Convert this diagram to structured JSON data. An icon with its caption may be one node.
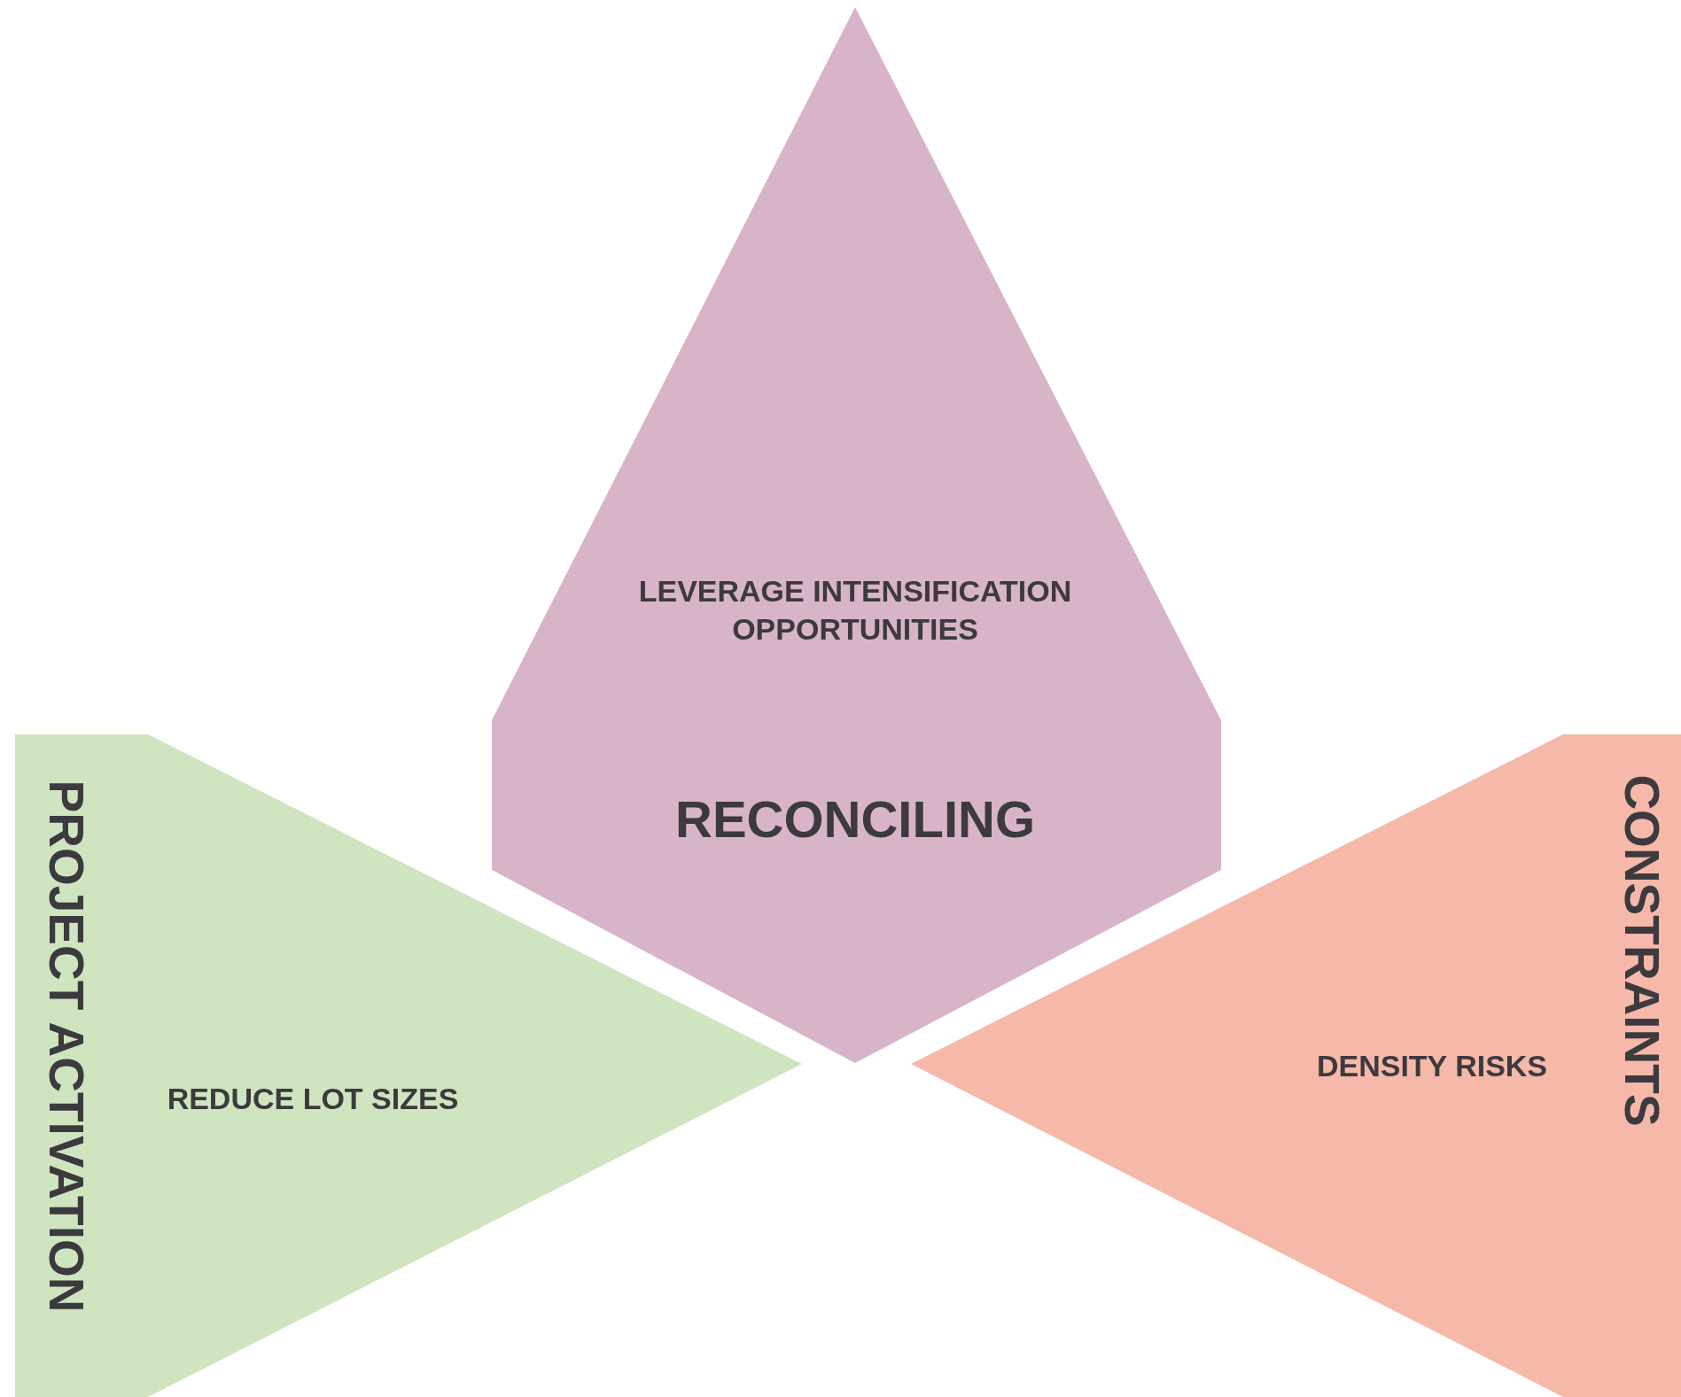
{
  "diagram": {
    "nodes": [
      {
        "text": [
          "LEVERAGE INTENSIFICATION OPPORTUNITIES",
          "RECONCILING"
        ]
      },
      {
        "text": [
          "PROJECT ACTIVATION",
          "REDUCE LOT SIZES"
        ]
      },
      {
        "text": [
          "CONSTRAINTS",
          "DENSITY RISKS"
        ]
      }
    ],
    "edges": []
  }
}
